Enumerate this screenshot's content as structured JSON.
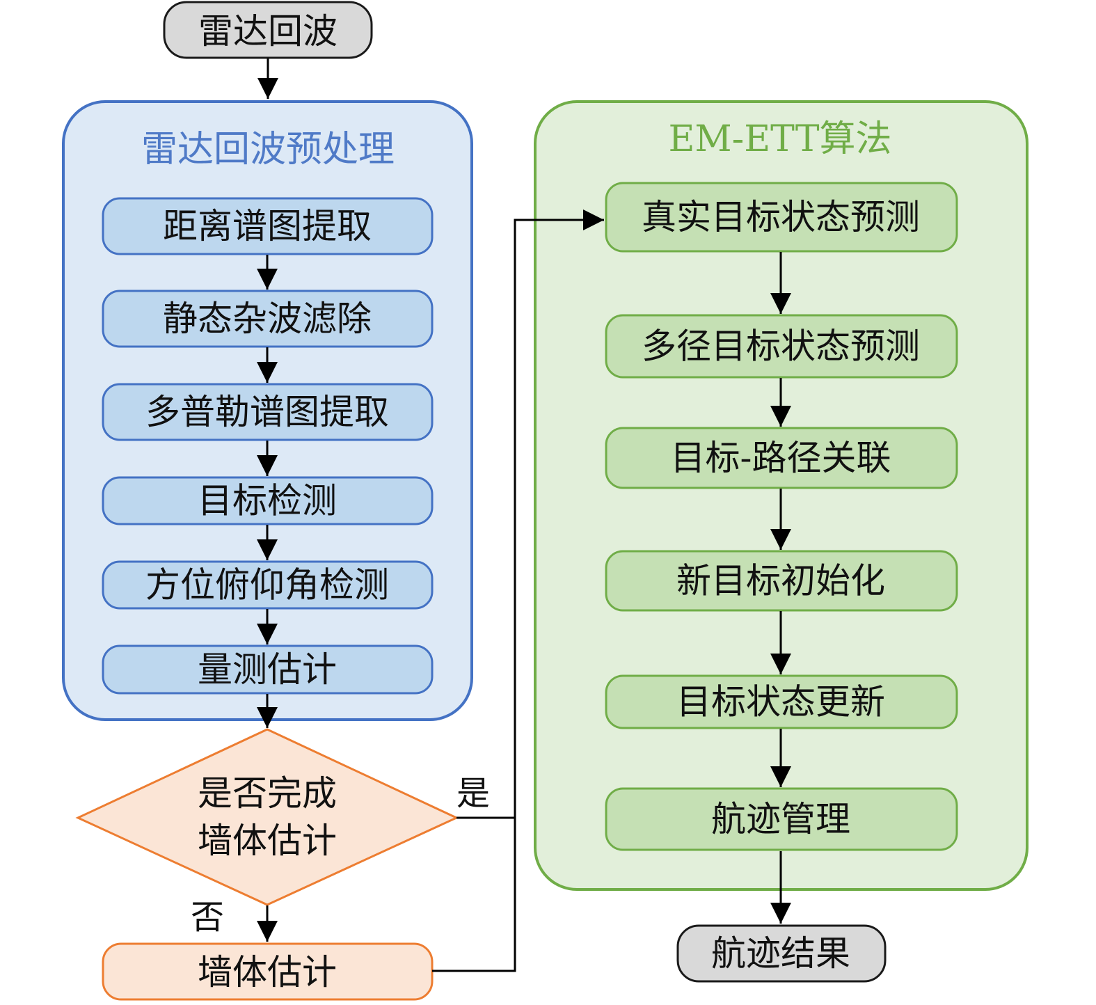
{
  "colors": {
    "terminal_fill": "#d9d9d9",
    "terminal_stroke": "#1a1a1a",
    "blue_group_fill": "#dde9f6",
    "blue_group_stroke": "#4472c4",
    "blue_title": "#4f7ac7",
    "blue_node_fill": "#bdd7ee",
    "blue_node_stroke": "#4472c4",
    "green_group_fill": "#e2efda",
    "green_group_stroke": "#70ad47",
    "green_title": "#70ad47",
    "green_node_fill": "#c5e0b4",
    "green_node_stroke": "#70ad47",
    "orange_fill": "#fbe5d6",
    "orange_stroke": "#ed7d31",
    "arrow": "#000000"
  },
  "start": {
    "label": "雷达回波"
  },
  "end": {
    "label": "航迹结果"
  },
  "preprocess": {
    "title": "雷达回波预处理",
    "steps": [
      {
        "label": "距离谱图提取"
      },
      {
        "label": "静态杂波滤除"
      },
      {
        "label": "多普勒谱图提取"
      },
      {
        "label": "目标检测"
      },
      {
        "label": "方位俯仰角检测"
      },
      {
        "label": "量测估计"
      }
    ]
  },
  "decision": {
    "line1": "是否完成",
    "line2": "墙体估计",
    "yes_label": "是",
    "no_label": "否"
  },
  "wall_estimation": {
    "label": "墙体估计"
  },
  "algorithm": {
    "title": "EM-ETT算法",
    "steps": [
      {
        "label": "真实目标状态预测"
      },
      {
        "label": "多径目标状态预测"
      },
      {
        "label": "目标-路径关联"
      },
      {
        "label": "新目标初始化"
      },
      {
        "label": "目标状态更新"
      },
      {
        "label": "航迹管理"
      }
    ]
  }
}
